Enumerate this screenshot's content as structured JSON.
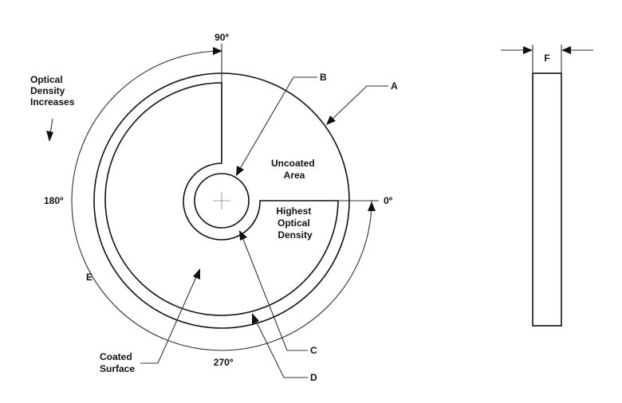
{
  "angles": {
    "deg90": "90º",
    "deg0": "0º",
    "deg180": "180º",
    "deg270": "270º"
  },
  "callouts": {
    "a": "A",
    "b": "B",
    "c": "C",
    "d": "D",
    "e": "E",
    "f": "F"
  },
  "notes": {
    "optical_line1": "Optical",
    "optical_line2": "Density",
    "optical_line3": "Increases",
    "uncoated_line1": "Uncoated",
    "uncoated_line2": "Area",
    "highest_line1": "Highest",
    "highest_line2": "Optical",
    "highest_line3": "Density",
    "coated_line1": "Coated",
    "coated_line2": "Surface"
  }
}
